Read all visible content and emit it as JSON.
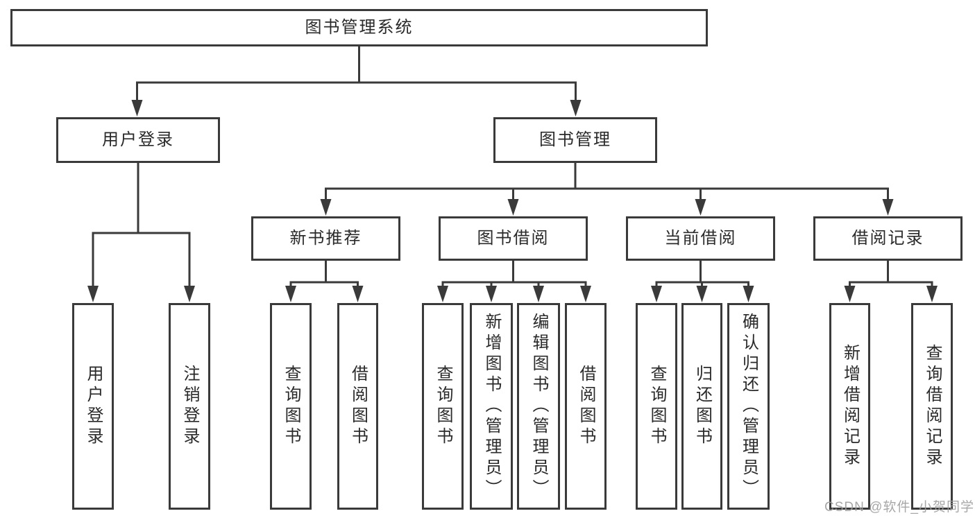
{
  "colors": {
    "line": "#3a3a3a",
    "text": "#2a2a2a",
    "background": "#ffffff",
    "watermark": "#9e9e9e"
  },
  "watermark": {
    "text": "CSDN @软件_小贺同学"
  },
  "diagram": {
    "root": {
      "label": "图书管理系统"
    },
    "branches": [
      {
        "label": "用户登录",
        "leaves": [
          {
            "label": "用户登录"
          },
          {
            "label": "注销登录"
          }
        ]
      },
      {
        "label": "图书管理",
        "sections": [
          {
            "label": "新书推荐",
            "leaves": [
              {
                "label": "查询图书"
              },
              {
                "label": "借阅图书"
              }
            ]
          },
          {
            "label": "图书借阅",
            "leaves": [
              {
                "label": "查询图书"
              },
              {
                "label": "新增图书（管理员）"
              },
              {
                "label": "编辑图书（管理员）"
              },
              {
                "label": "借阅图书"
              }
            ]
          },
          {
            "label": "当前借阅",
            "leaves": [
              {
                "label": "查询图书"
              },
              {
                "label": "归还图书"
              },
              {
                "label": "确认归还（管理员）"
              }
            ]
          },
          {
            "label": "借阅记录",
            "leaves": [
              {
                "label": "新增借阅记录"
              },
              {
                "label": "查询借阅记录"
              }
            ]
          }
        ]
      }
    ]
  }
}
